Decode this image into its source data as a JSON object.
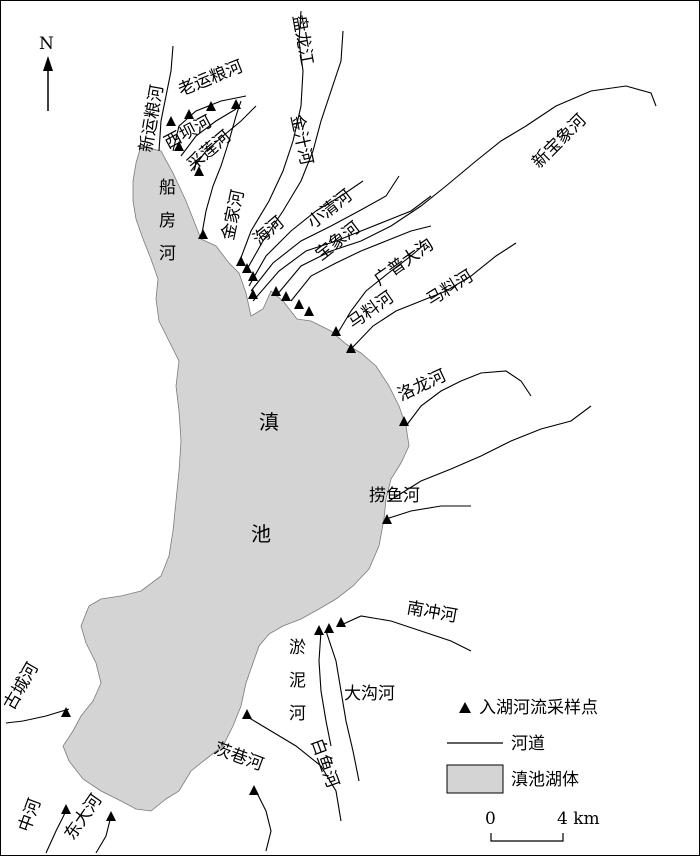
{
  "north_label": "N",
  "lake_name_chars": [
    "滇",
    "池"
  ],
  "rivers": [
    {
      "id": "xinyunliang",
      "name": "新运粮河"
    },
    {
      "id": "laoyunliang",
      "name": "老运粮河"
    },
    {
      "id": "xiba",
      "name": "西坝河"
    },
    {
      "id": "cailian",
      "name": "采莲河"
    },
    {
      "id": "panlong",
      "name": "盘龙江"
    },
    {
      "id": "jinzhi",
      "name": "金汁河"
    },
    {
      "id": "chuanfang",
      "name": "船房河"
    },
    {
      "id": "wangjiadui",
      "name": "金家河"
    },
    {
      "id": "haihe",
      "name": "海河"
    },
    {
      "id": "xiaoqing",
      "name": "小清河"
    },
    {
      "id": "baoxiang",
      "name": "宝象河"
    },
    {
      "id": "xinbaoxiang",
      "name": "新宝象河"
    },
    {
      "id": "guangpudagou",
      "name": "广普大沟"
    },
    {
      "id": "maliao1",
      "name": "马料河"
    },
    {
      "id": "maliao2",
      "name": "马料河"
    },
    {
      "id": "luolong",
      "name": "洛龙河"
    },
    {
      "id": "laoyu",
      "name": "捞鱼河"
    },
    {
      "id": "nanchong",
      "name": "南冲河"
    },
    {
      "id": "yuni",
      "name": "淤泥河"
    },
    {
      "id": "dagou",
      "name": "大沟河"
    },
    {
      "id": "baiyu",
      "name": "白鱼河"
    },
    {
      "id": "gucheng",
      "name": "古城河"
    },
    {
      "id": "maoxiang",
      "name": "茨巷河"
    },
    {
      "id": "zhong",
      "name": "中河"
    },
    {
      "id": "dongda",
      "name": "东大河"
    }
  ],
  "legend": {
    "sampling_point": "入湖河流采样点",
    "river_channel": "河道",
    "lake_body": "滇池湖体"
  },
  "scale_bar": {
    "start": "0",
    "end": "4 km"
  },
  "colors": {
    "lake_fill": "#d4d4d4",
    "line": "#000000"
  }
}
